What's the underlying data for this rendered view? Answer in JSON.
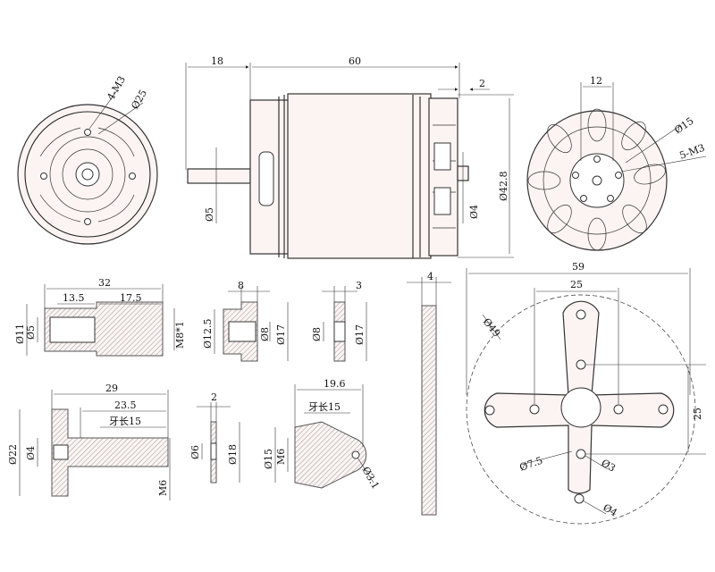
{
  "dims": {
    "front_view": {
      "holes": "4-M3",
      "bolt_circle": "Ø25"
    },
    "side_view": {
      "shaft_ext": "18",
      "length": "60",
      "flange": "2",
      "body_dia": "Ø42.8",
      "shaft_dia": "Ø5",
      "rear_shaft": "Ø4"
    },
    "rear_view": {
      "spacing": "12",
      "circle": "Ø15",
      "holes": "5-M3"
    },
    "adapter1": {
      "total": "32",
      "a": "13.5",
      "b": "17.5",
      "d1": "Ø11",
      "d2": "Ø5",
      "thread": "M8*1"
    },
    "washer": {
      "w": "8",
      "d1": "Ø12.5",
      "d2": "Ø8",
      "d3": "Ø17"
    },
    "nut": {
      "w": "3",
      "d1": "Ø8",
      "d2": "Ø17"
    },
    "plate": {
      "w": "4"
    },
    "mount": {
      "total": "59",
      "inner": "25",
      "vertical": "25",
      "circle": "Ø49",
      "center": "Ø7.5",
      "hole_a": "Ø3",
      "hole_b": "Ø4"
    },
    "adapter2": {
      "total": "29",
      "a": "23.5",
      "thread_len": "牙长15",
      "d1": "Ø22",
      "d2": "Ø4",
      "thread": "M6"
    },
    "washer2": {
      "w": "2",
      "d1": "Ø6",
      "d2": "Ø18"
    },
    "prop_adapter": {
      "total": "19.6",
      "thread_len": "牙长15",
      "d1": "Ø15",
      "thread": "M6",
      "hole": "Ø3.1"
    }
  }
}
